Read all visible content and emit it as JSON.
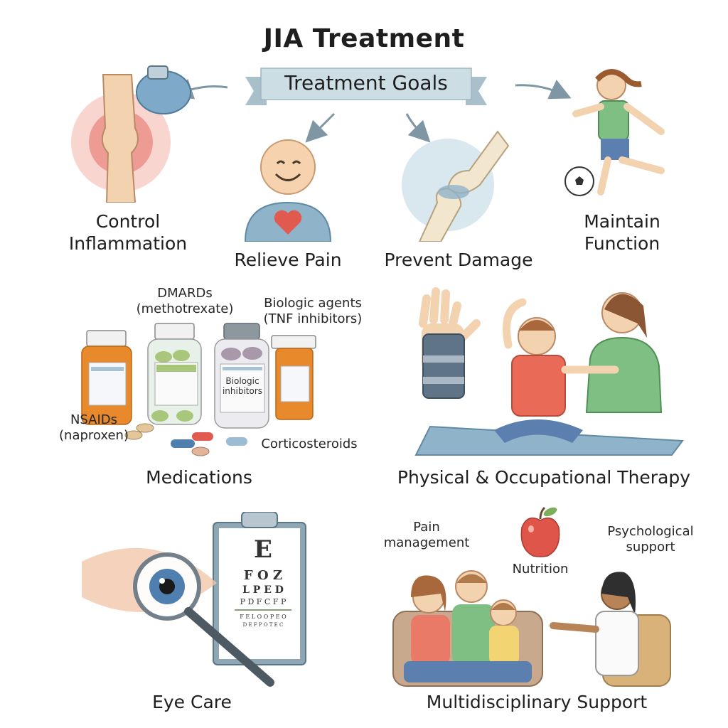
{
  "title": "JIA Treatment",
  "goals": {
    "banner_label": "Treatment Goals",
    "items": [
      {
        "label_line1": "Control",
        "label_line2": "Inflammation",
        "icon": "inflamed-knee-with-ice-pack"
      },
      {
        "label": "Relieve Pain",
        "icon": "smiling-person-with-heart"
      },
      {
        "label": "Prevent Damage",
        "icon": "healthy-joint"
      },
      {
        "label_line1": "Maintain",
        "label_line2": "Function",
        "icon": "child-playing-soccer"
      }
    ]
  },
  "medications": {
    "title": "Medications",
    "items": [
      {
        "label_line1": "NSAIDs",
        "label_line2": "(naproxen)",
        "icon": "orange-pill-bottle"
      },
      {
        "label_line1": "DMARDs",
        "label_line2": "(methotrexate)",
        "icon": "green-pill-jar"
      },
      {
        "label_line1": "Biologic agents",
        "label_line2": "(TNF inhibitors)",
        "icon": "biologic-vial",
        "bottle_label_line1": "Biologic",
        "bottle_label_line2": "inhibitors"
      },
      {
        "label": "Corticosteroids",
        "icon": "orange-prescription-bottle"
      }
    ]
  },
  "therapy": {
    "title": "Physical & Occupational Therapy",
    "icons": [
      "wrist-splint",
      "therapist-with-child",
      "exercise-mat"
    ]
  },
  "eye_care": {
    "title": "Eye Care",
    "eye_chart_rows": [
      "E",
      "F O Z",
      "L P E D",
      "P D F C F P",
      "F E L O O P E O",
      "D E F P O T E C"
    ]
  },
  "support": {
    "title": "Multidisciplinary Support",
    "items": [
      {
        "label_line1": "Pain",
        "label_line2": "management"
      },
      {
        "label": "Nutrition",
        "icon": "apple"
      },
      {
        "label_line1": "Psychological",
        "label_line2": "support"
      }
    ]
  },
  "colors": {
    "banner": "#c9d9e1",
    "banner_dark": "#9fb6c2",
    "inflammation": "#e0554a",
    "skin": "#f3d2b0",
    "orange_bottle": "#e88a2c",
    "green_pills": "#a8c77a",
    "mat": "#8fb3c9",
    "shirt_red": "#ea6a58",
    "shirt_green": "#7fbf83"
  }
}
